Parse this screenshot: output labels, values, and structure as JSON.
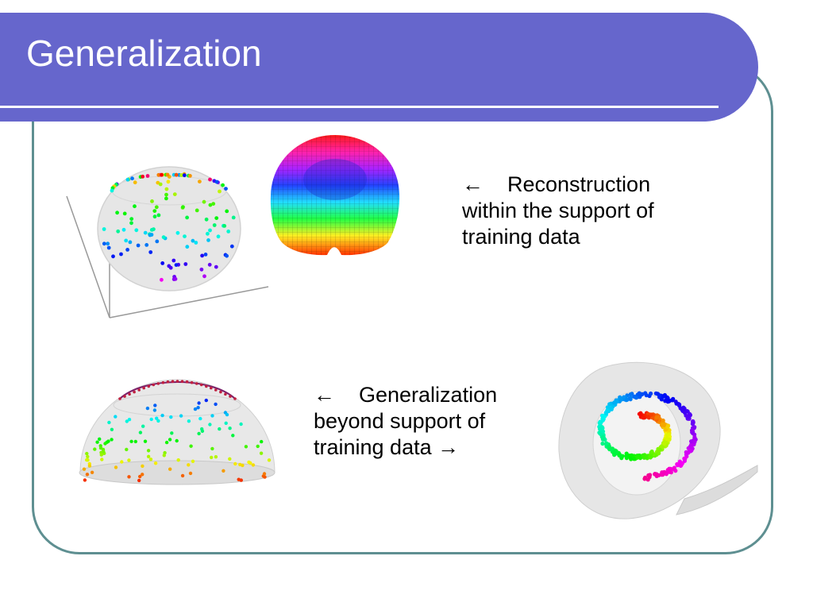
{
  "title": "Generalization",
  "captions": {
    "top": {
      "arrow": "←",
      "line1": "Reconstruction",
      "line2": "within the support of",
      "line3": "training data"
    },
    "bottom": {
      "arrow_left": "←",
      "line1": "Generalization",
      "line2": "beyond support of",
      "line3": "training data",
      "arrow_right": "→"
    }
  },
  "colors": {
    "title_bar": "#6666cc",
    "frame_border": "#5e8f91",
    "title_text": "#ffffff"
  }
}
